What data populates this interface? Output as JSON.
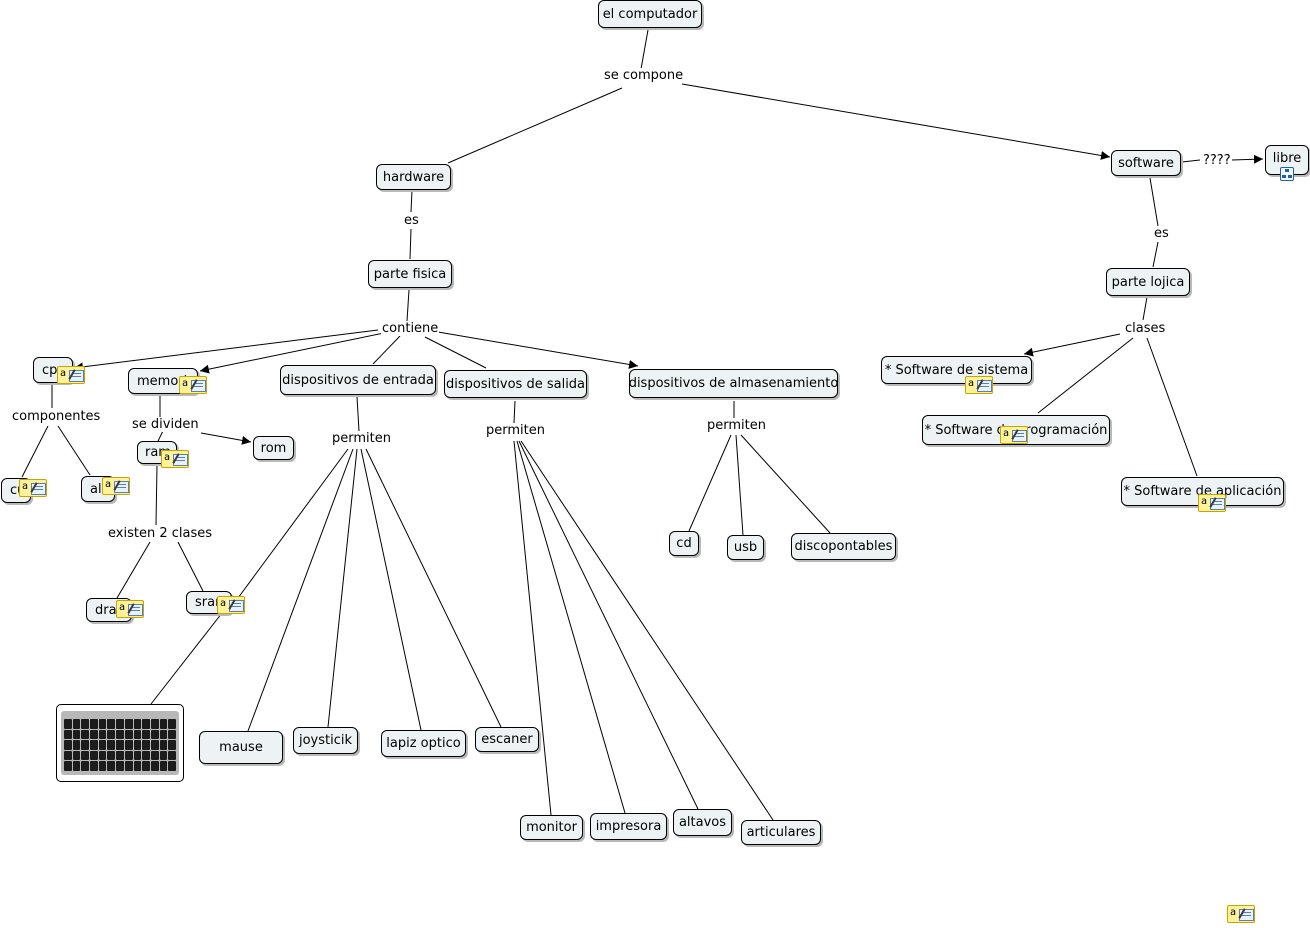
{
  "nodes": {
    "el_computador": "el computador",
    "hardware": "hardware",
    "software": "software",
    "libre": "libre",
    "parte_fisica": "parte fisica",
    "parte_lojica": "parte lojica",
    "cpu": "cpu",
    "memoria": "memoria",
    "disp_entrada": "dispositivos de entrada",
    "disp_salida": "dispositivos de salida",
    "disp_almacenamiento": "dispositivos de almasenamiento",
    "sw_sistema": "* Software de sistema",
    "sw_programacion": "* Software de programación",
    "sw_aplicacion": "* Software de aplicación",
    "cu": "cu",
    "al": "al",
    "ram": "ram",
    "rom": "rom",
    "dram": "dram",
    "sram": "sram",
    "mause": "mause",
    "joysticik": "joysticik",
    "lapiz_optico": "lapiz optico",
    "escaner": "escaner",
    "monitor": "monitor",
    "impresora": "impresora",
    "altavos": "altavos",
    "articulares": "articulares",
    "cd": "cd",
    "usb": "usb",
    "discopontables": "discopontables"
  },
  "links": {
    "se_compone": "se compone",
    "es_hw": "es",
    "es_sw": "es",
    "contiene": "contiene",
    "clases": "clases",
    "question": "????",
    "componentes": "componentes",
    "se_dividen": "se dividen",
    "existen_2_clases": "existen 2 clases",
    "permiten_entrada": "permiten",
    "permiten_salida": "permiten",
    "permiten_almac": "permiten"
  },
  "icons": {
    "note": "annotation-note-icon",
    "submap": "submap-icon",
    "keyboard": "keyboard-image"
  },
  "colors": {
    "node_fill": "#edf3f4",
    "note_fill": "#fff39a"
  }
}
